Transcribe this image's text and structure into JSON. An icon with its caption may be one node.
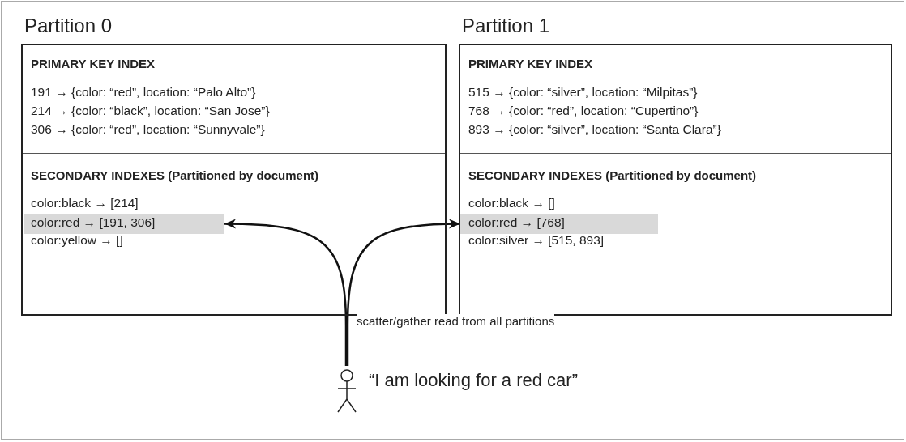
{
  "diagram": {
    "nodes": [
      {
        "text": [
          "Partition 0"
        ]
      },
      {
        "text": [
          "PRIMARY KEY INDEX",
          "191 → {color: “red”, location: “Palo Alto”}",
          "214 → {color: “black”, location: “San Jose”}",
          "306 → {color: “red”, location: “Sunnyvale”}"
        ],
        "in": 0
      },
      {
        "text": [
          "SECONDARY INDEXES (Partitioned by document)",
          "color:black → [214]",
          "color:yellow → []"
        ],
        "in": 0
      },
      {
        "text": [
          "color:red → [191, 306]"
        ],
        "in": 2
      },
      {
        "text": [
          "Partition 1"
        ]
      },
      {
        "text": [
          "PRIMARY KEY INDEX",
          "515 → {color: “silver”, location: “Milpitas”}",
          "768 → {color: “red”, location: “Cupertino”}",
          "893 → {color: “silver”, location: “Santa Clara”}"
        ],
        "in": 4
      },
      {
        "text": [
          "SECONDARY INDEXES (Partitioned by document)",
          "color:black → []",
          "color:silver → [515, 893]"
        ],
        "in": 4
      },
      {
        "text": [
          "color:red → [768]"
        ],
        "in": 6
      },
      {
        "text": [],
        "shape": "person",
        "beside": [
          "“I am looking for a red car”"
        ]
      }
    ],
    "edges": [
      {
        "from": 8,
        "to": 3,
        "arrow": "to",
        "label": "scatter/gather read from all partitions"
      },
      {
        "from": 8,
        "to": 7,
        "arrow": "to"
      }
    ]
  }
}
